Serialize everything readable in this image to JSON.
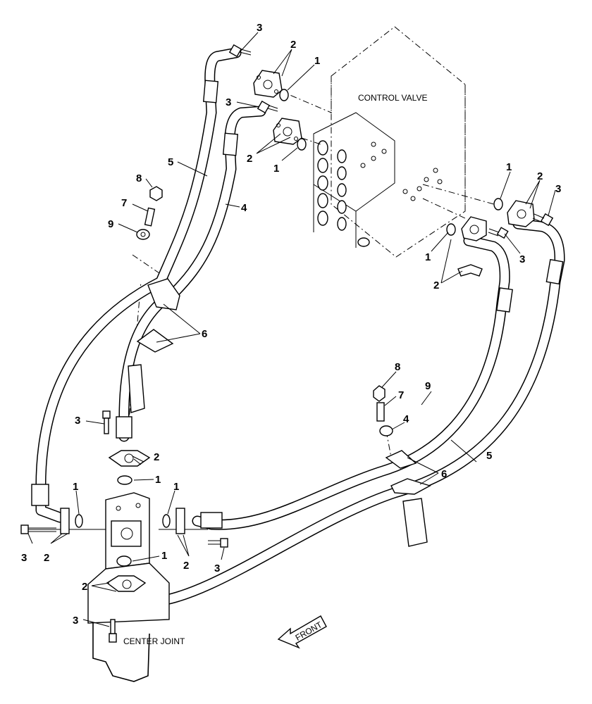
{
  "labels": {
    "control_valve": "CONTROL VALVE",
    "center_joint": "CENTER JOINT",
    "front": "FRONT"
  },
  "callouts": [
    {
      "id": "c1",
      "text": "3"
    },
    {
      "id": "c2",
      "text": "2"
    },
    {
      "id": "c3",
      "text": "1"
    },
    {
      "id": "c4",
      "text": "3"
    },
    {
      "id": "c5",
      "text": "2"
    },
    {
      "id": "c6",
      "text": "1"
    },
    {
      "id": "c7",
      "text": "5"
    },
    {
      "id": "c8",
      "text": "4"
    },
    {
      "id": "c9",
      "text": "8"
    },
    {
      "id": "c10",
      "text": "7"
    },
    {
      "id": "c11",
      "text": "9"
    },
    {
      "id": "c12",
      "text": "6"
    },
    {
      "id": "c13",
      "text": "1"
    },
    {
      "id": "c14",
      "text": "2"
    },
    {
      "id": "c15",
      "text": "3"
    },
    {
      "id": "c16",
      "text": "1"
    },
    {
      "id": "c17",
      "text": "3"
    },
    {
      "id": "c18",
      "text": "2"
    },
    {
      "id": "c19",
      "text": "8"
    },
    {
      "id": "c20",
      "text": "7"
    },
    {
      "id": "c21",
      "text": "9"
    },
    {
      "id": "c22",
      "text": "4"
    },
    {
      "id": "c23",
      "text": "5"
    },
    {
      "id": "c24",
      "text": "6"
    },
    {
      "id": "c25",
      "text": "3"
    },
    {
      "id": "c26",
      "text": "2"
    },
    {
      "id": "c27",
      "text": "1"
    },
    {
      "id": "c28",
      "text": "1"
    },
    {
      "id": "c29",
      "text": "1"
    },
    {
      "id": "c30",
      "text": "3"
    },
    {
      "id": "c31",
      "text": "2"
    },
    {
      "id": "c32",
      "text": "2"
    },
    {
      "id": "c33",
      "text": "3"
    },
    {
      "id": "c34",
      "text": "1"
    },
    {
      "id": "c35",
      "text": "2"
    },
    {
      "id": "c36",
      "text": "3"
    }
  ]
}
